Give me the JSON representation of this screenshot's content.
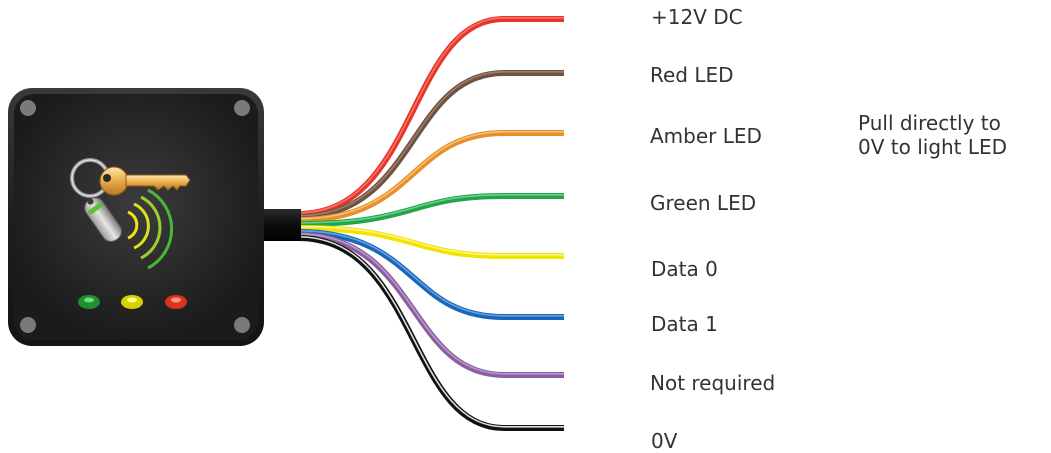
{
  "wires": [
    {
      "label": "+12V DC",
      "color": "#e8342b",
      "highlight": "#ff8a7a"
    },
    {
      "label": "Red LED",
      "color": "#6f5341",
      "highlight": "#a98b77"
    },
    {
      "label": "Amber LED",
      "color": "#e68f2c",
      "highlight": "#ffcf8a"
    },
    {
      "label": "Green LED",
      "color": "#23a44a",
      "highlight": "#7fe09a"
    },
    {
      "label": "Data 0",
      "color": "#f2e300",
      "highlight": "#fffbb0"
    },
    {
      "label": "Data 1",
      "color": "#1a66b8",
      "highlight": "#7fb6f0"
    },
    {
      "label": "Not required",
      "color": "#8a5fa0",
      "highlight": "#c9a9db"
    },
    {
      "label": "0V",
      "color": "#111111",
      "highlight": "#ffffff"
    }
  ],
  "note": {
    "line1": "Pull directly to",
    "line2": "0V to light LED"
  },
  "reader": {
    "body_color": "#1c1c1c",
    "icon": "key-fob-rfid-icon",
    "leds": [
      {
        "name": "green",
        "color": "#1f8f2f"
      },
      {
        "name": "yellow",
        "color": "#d8d100"
      },
      {
        "name": "red",
        "color": "#e0301e"
      }
    ]
  }
}
